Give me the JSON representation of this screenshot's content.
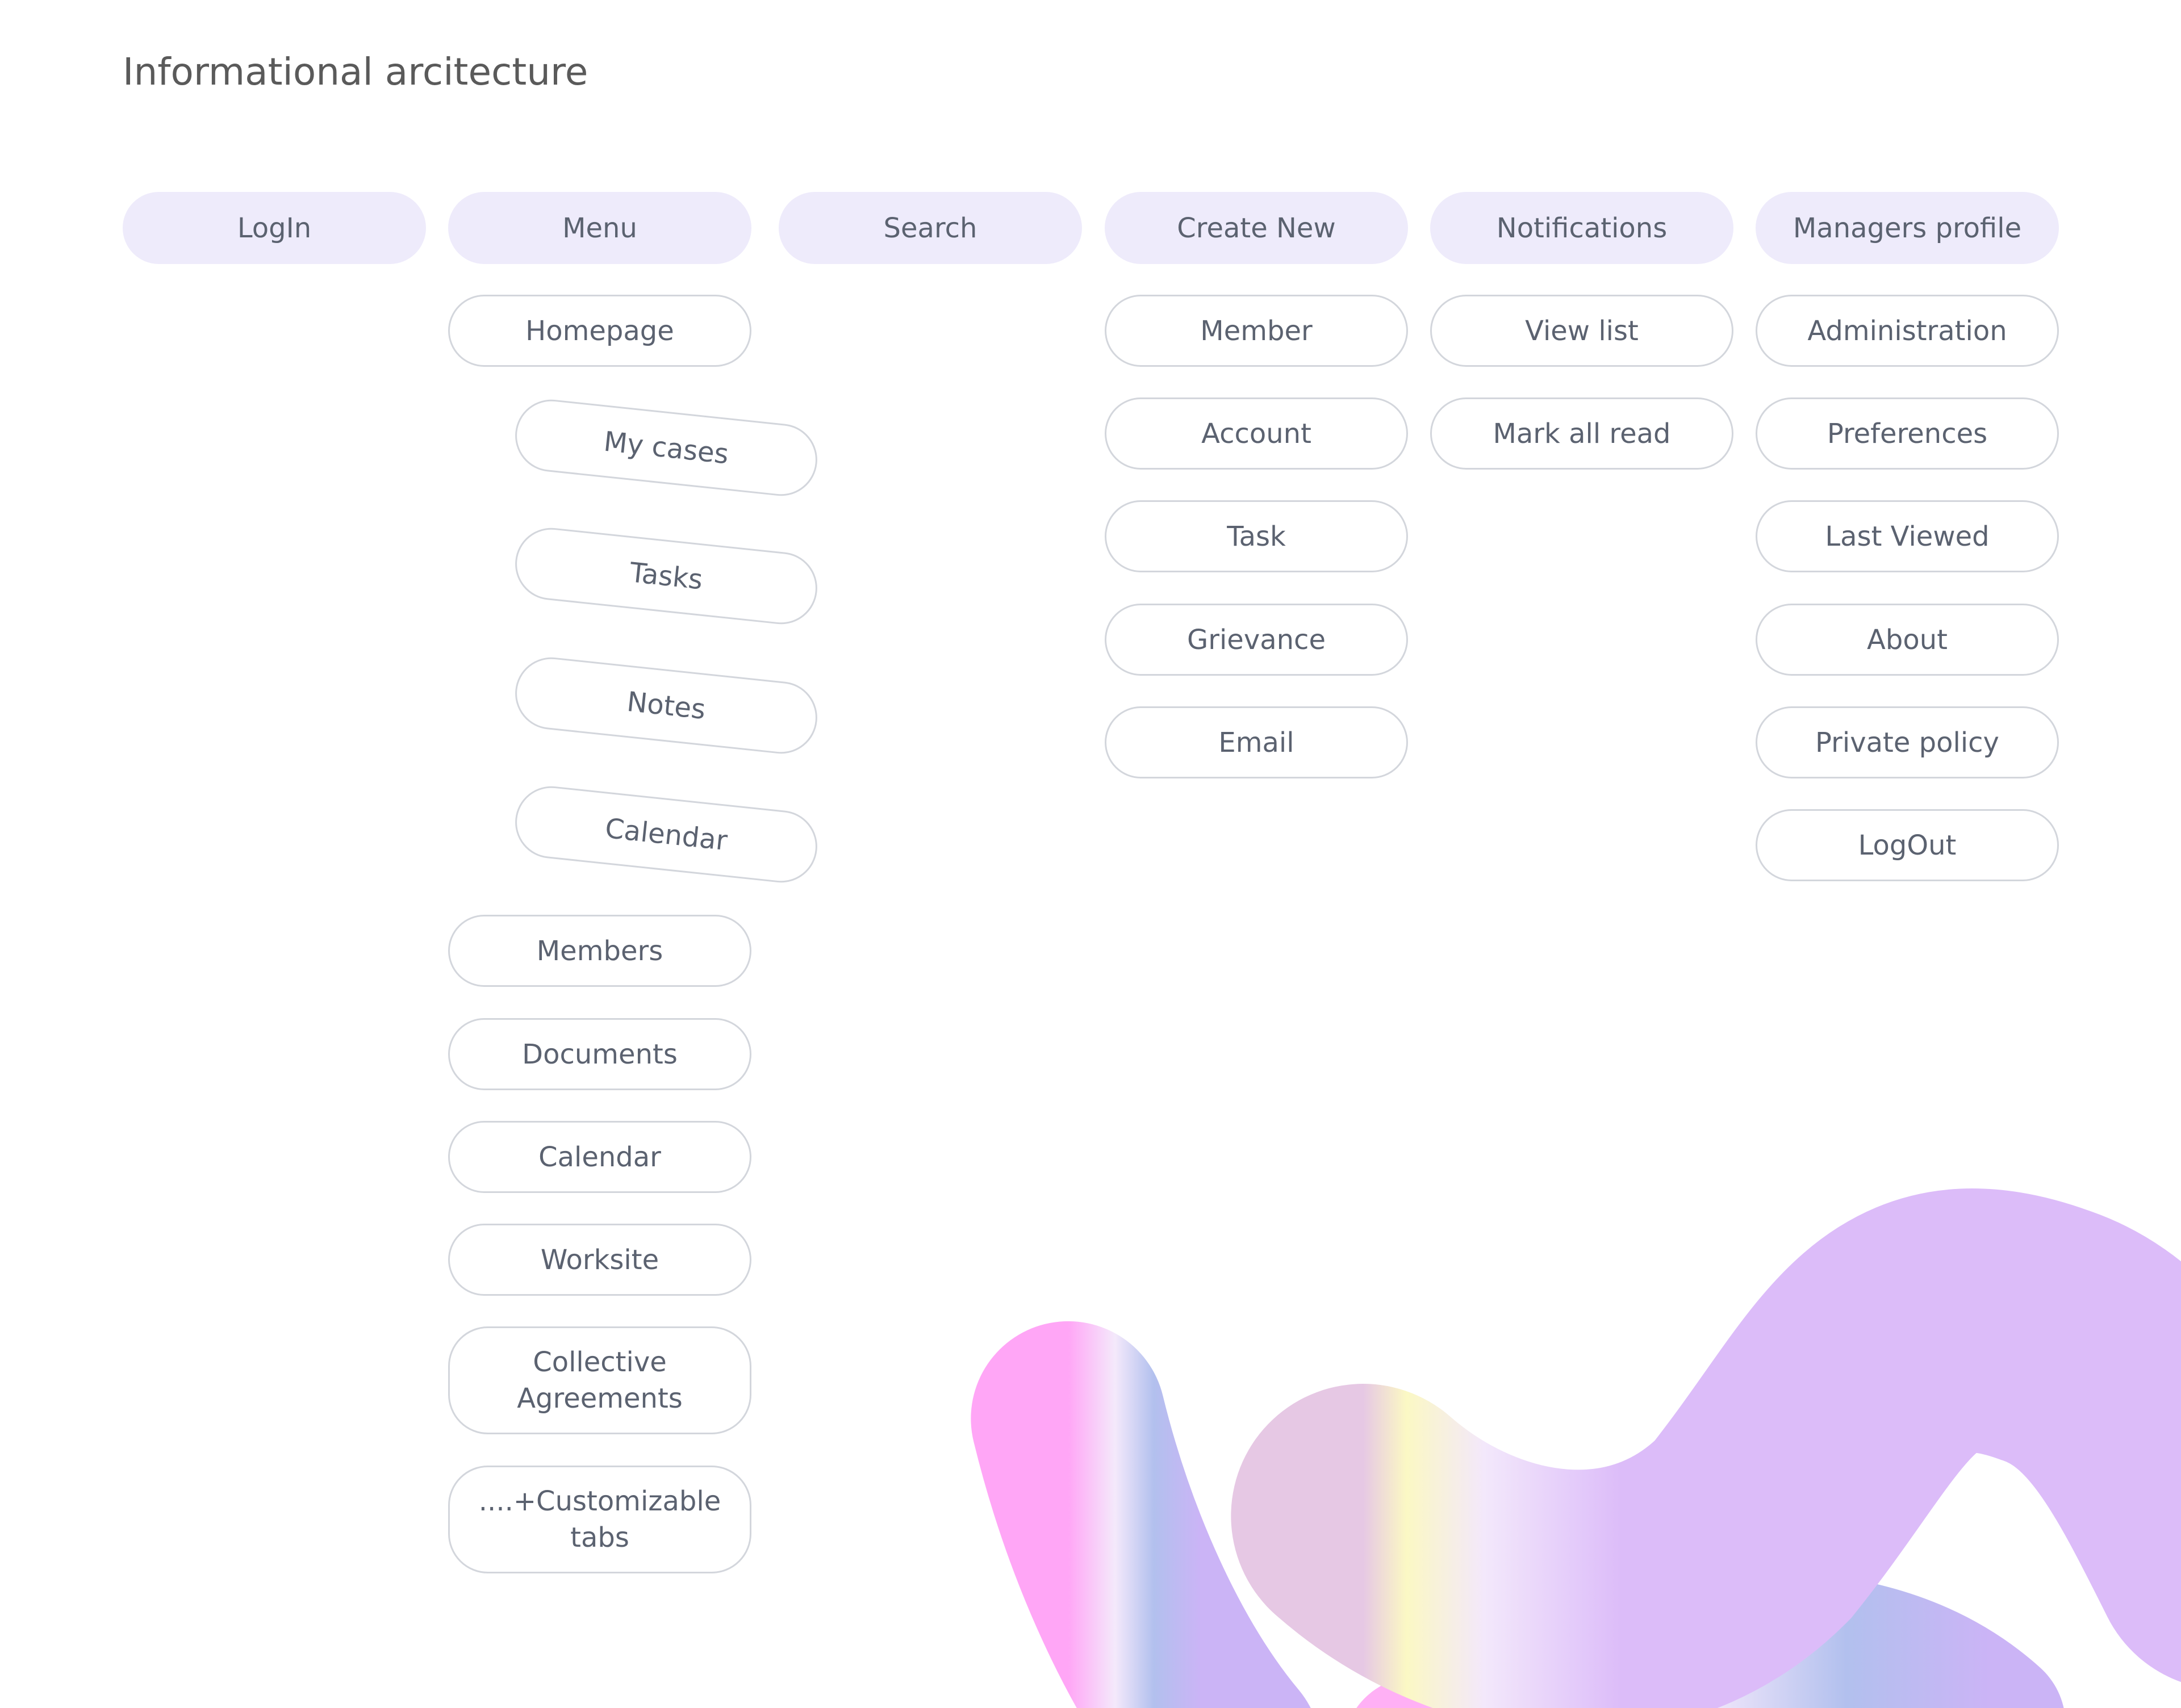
{
  "title": "Informational arcitecture",
  "columns": [
    {
      "header": "LogIn",
      "items": []
    },
    {
      "header": "Menu",
      "items": [
        "Homepage",
        "My cases",
        "Tasks",
        "Notes",
        "Calendar",
        "Members",
        "Documents",
        "Calendar",
        "Worksite",
        "Collective Agreements",
        "....+Customizable tabs"
      ]
    },
    {
      "header": "Search",
      "items": []
    },
    {
      "header": "Create New",
      "items": [
        "Member",
        "Account",
        "Task",
        "Grievance",
        "Email"
      ]
    },
    {
      "header": "Notifications",
      "items": [
        "View list",
        "Mark all read"
      ]
    },
    {
      "header": "Managers profile",
      "items": [
        "Administration",
        "Preferences",
        "Last Viewed",
        "About",
        "Private policy",
        "LogOut"
      ]
    }
  ],
  "colors": {
    "header_bg": "#eeebfb",
    "border": "#d3d6dc",
    "text": "#5b6270"
  }
}
